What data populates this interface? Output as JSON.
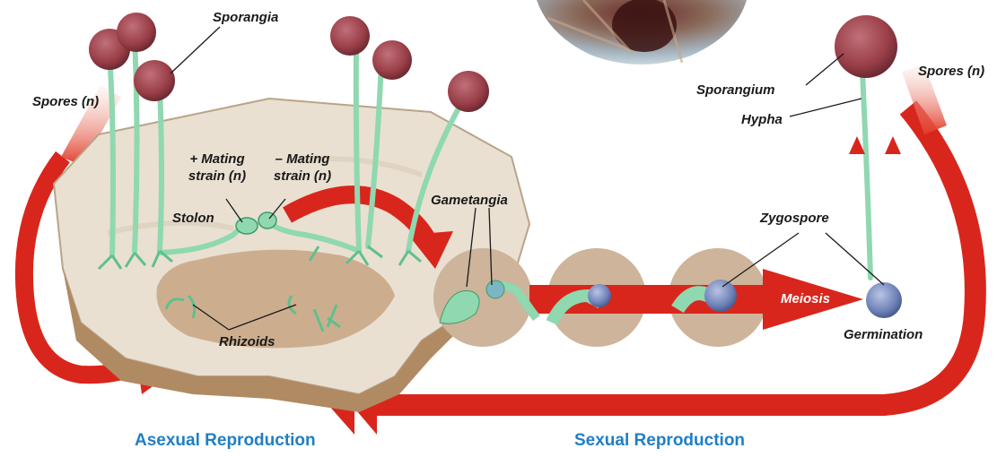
{
  "labels": {
    "sporangia": "Sporangia",
    "spores_left": "Spores (n)",
    "spores_right": "Spores (n)",
    "plus_mating_line1": "+ Mating",
    "plus_mating_line2": "strain (n)",
    "minus_mating_line1": "– Mating",
    "minus_mating_line2": "strain (n)",
    "stolon": "Stolon",
    "gametangia": "Gametangia",
    "zygospore": "Zygospore",
    "meiosis": "Meiosis",
    "germination": "Germination",
    "sporangium": "Sporangium",
    "hypha": "Hypha",
    "rhizoids": "Rhizoids"
  },
  "sections": {
    "asexual": "Asexual Reproduction",
    "sexual": "Sexual Reproduction"
  },
  "colors": {
    "arrow_red": "#d9261c",
    "hypha_green": "#8fd8b0",
    "sporangium_brown": "#a0474f",
    "zygospore_blue": "#7d8fbf",
    "bread_crust": "#b08a62",
    "bread_crumb": "#e9e0d2",
    "section_blue": "#1f7fc4"
  }
}
